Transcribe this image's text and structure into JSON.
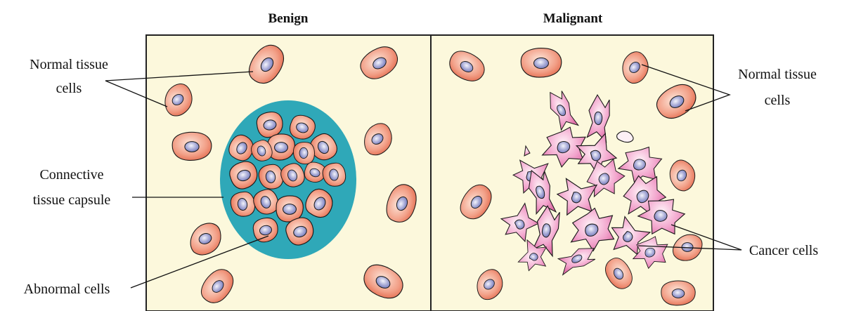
{
  "panels": {
    "benign": {
      "title": "Benign"
    },
    "malignant": {
      "title": "Malignant"
    }
  },
  "labels": {
    "benign_normal": [
      "Normal tissue",
      "cells"
    ],
    "connective": [
      "Connective",
      "tissue capsule"
    ],
    "abnormal": "Abnormal cells",
    "malignant_normal": [
      "Normal tissue",
      "cells"
    ],
    "cancer": "Cancer cells"
  },
  "colors": {
    "background": "#fcf8dc",
    "frame": "#222222",
    "capsule": "#2fa8b8",
    "normal_cell": "#ee8b70",
    "normal_cell_light": "#fbe0d2",
    "nucleus": "#8a8ec8",
    "nucleus_light": "#f0f0fa",
    "cancer_cell": "#e981b5",
    "cancer_cell_light": "#fde6f1"
  }
}
